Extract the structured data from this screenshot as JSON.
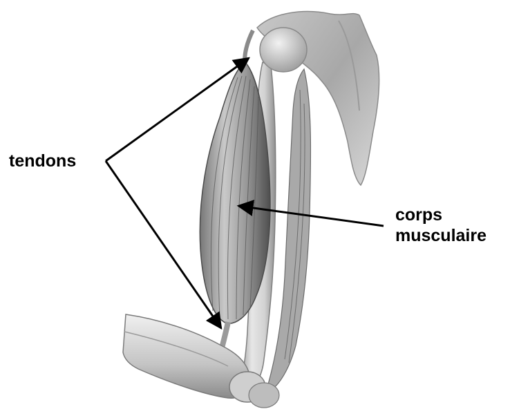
{
  "labels": {
    "tendons": "tendons",
    "muscle_body_line1": "corps",
    "muscle_body_line2": "musculaire"
  },
  "colors": {
    "bone_light": "#e4e4e4",
    "bone_mid": "#bdbdbd",
    "bone_dark": "#8c8c8c",
    "muscle_dark": "#5a5a5a",
    "arrow": "#000000",
    "background": "#ffffff"
  }
}
